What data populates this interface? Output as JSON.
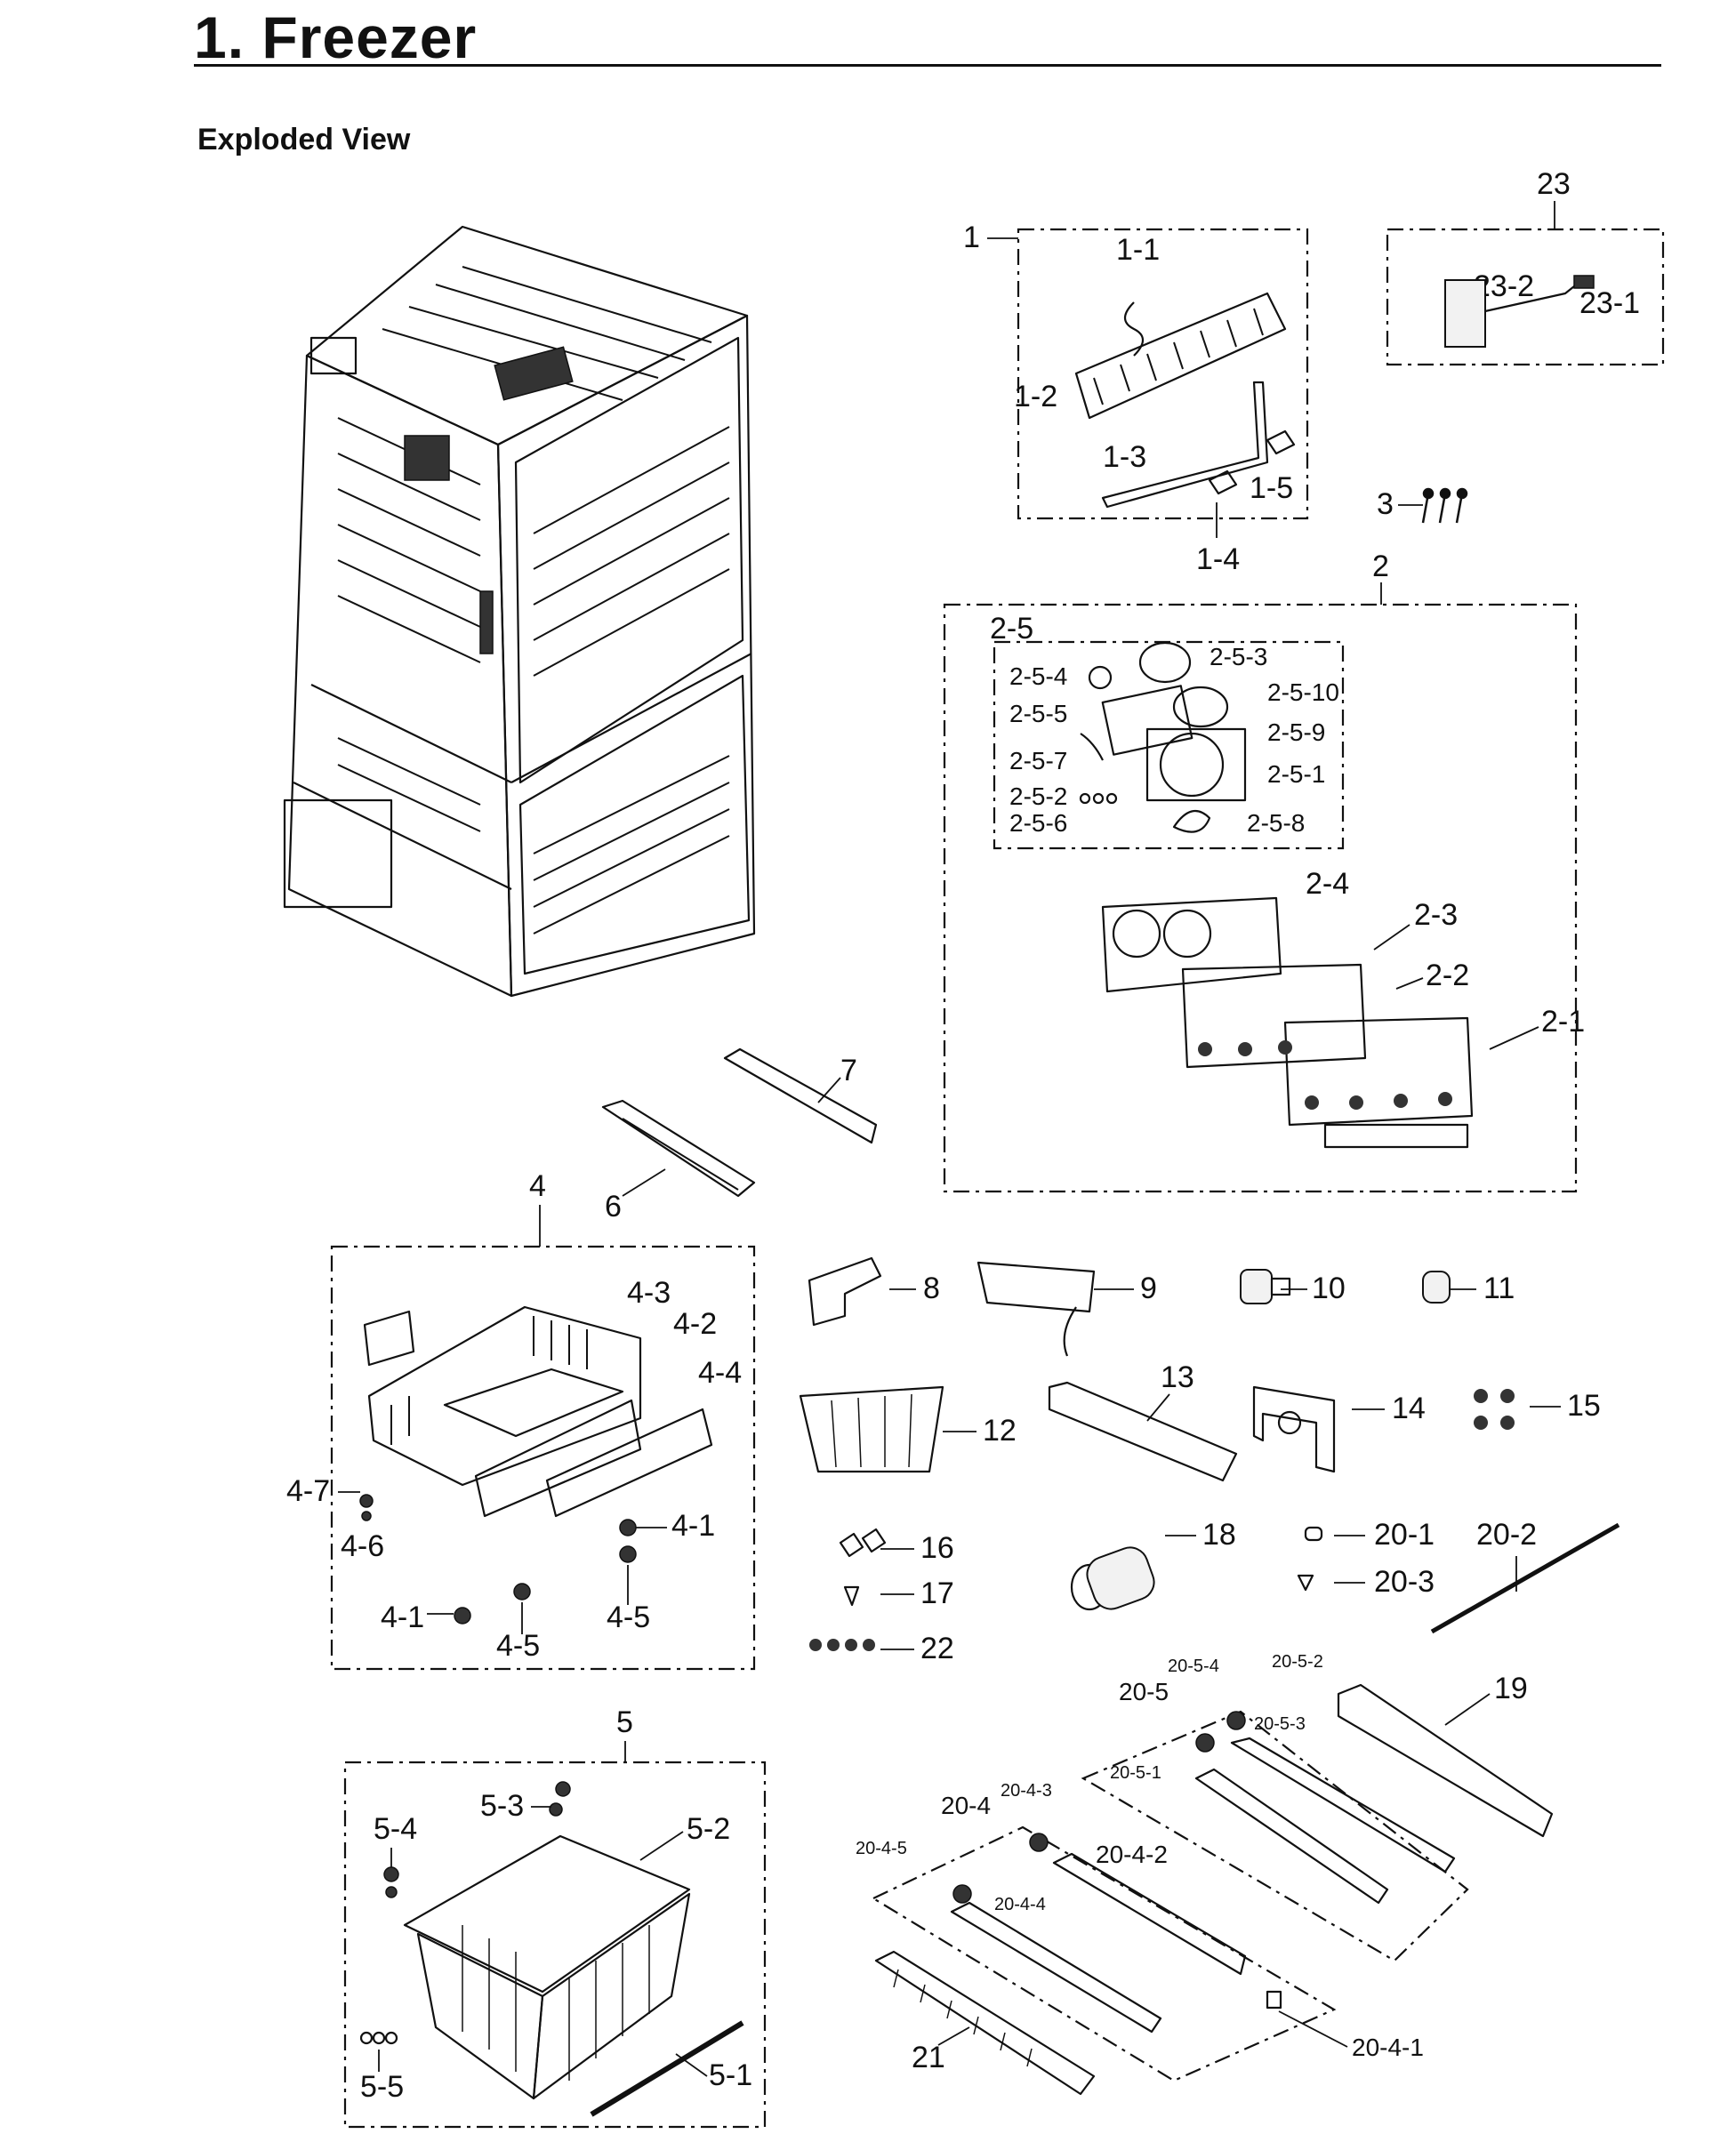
{
  "header": {
    "title": "1. Freezer",
    "subtitle": "Exploded View"
  },
  "callouts": {
    "c1": "1",
    "c1_1": "1-1",
    "c1_2": "1-2",
    "c1_3": "1-3",
    "c1_4": "1-4",
    "c1_5": "1-5",
    "c2": "2",
    "c2_1": "2-1",
    "c2_2": "2-2",
    "c2_3": "2-3",
    "c2_4": "2-4",
    "c2_5": "2-5",
    "c2_5_1": "2-5-1",
    "c2_5_2": "2-5-2",
    "c2_5_3": "2-5-3",
    "c2_5_4": "2-5-4",
    "c2_5_5": "2-5-5",
    "c2_5_6": "2-5-6",
    "c2_5_7": "2-5-7",
    "c2_5_8": "2-5-8",
    "c2_5_9": "2-5-9",
    "c2_5_10": "2-5-10",
    "c3": "3",
    "c4": "4",
    "c4_1a": "4-1",
    "c4_1b": "4-1",
    "c4_2": "4-2",
    "c4_3": "4-3",
    "c4_4": "4-4",
    "c4_5a": "4-5",
    "c4_5b": "4-5",
    "c4_6": "4-6",
    "c4_7": "4-7",
    "c5": "5",
    "c5_1": "5-1",
    "c5_2": "5-2",
    "c5_3": "5-3",
    "c5_4": "5-4",
    "c5_5": "5-5",
    "c6": "6",
    "c7": "7",
    "c8": "8",
    "c9": "9",
    "c10": "10",
    "c11": "11",
    "c12": "12",
    "c13": "13",
    "c14": "14",
    "c15": "15",
    "c16": "16",
    "c17": "17",
    "c18": "18",
    "c19": "19",
    "c20_1": "20-1",
    "c20_2": "20-2",
    "c20_3": "20-3",
    "c20_4": "20-4",
    "c20_4_1": "20-4-1",
    "c20_4_2": "20-4-2",
    "c20_4_3": "20-4-3",
    "c20_4_4": "20-4-4",
    "c20_4_5": "20-4-5",
    "c20_5": "20-5",
    "c20_5_1": "20-5-1",
    "c20_5_2": "20-5-2",
    "c20_5_3": "20-5-3",
    "c20_5_4": "20-5-4",
    "c21": "21",
    "c22": "22",
    "c23": "23",
    "c23_1": "23-1",
    "c23_2": "23-2"
  }
}
